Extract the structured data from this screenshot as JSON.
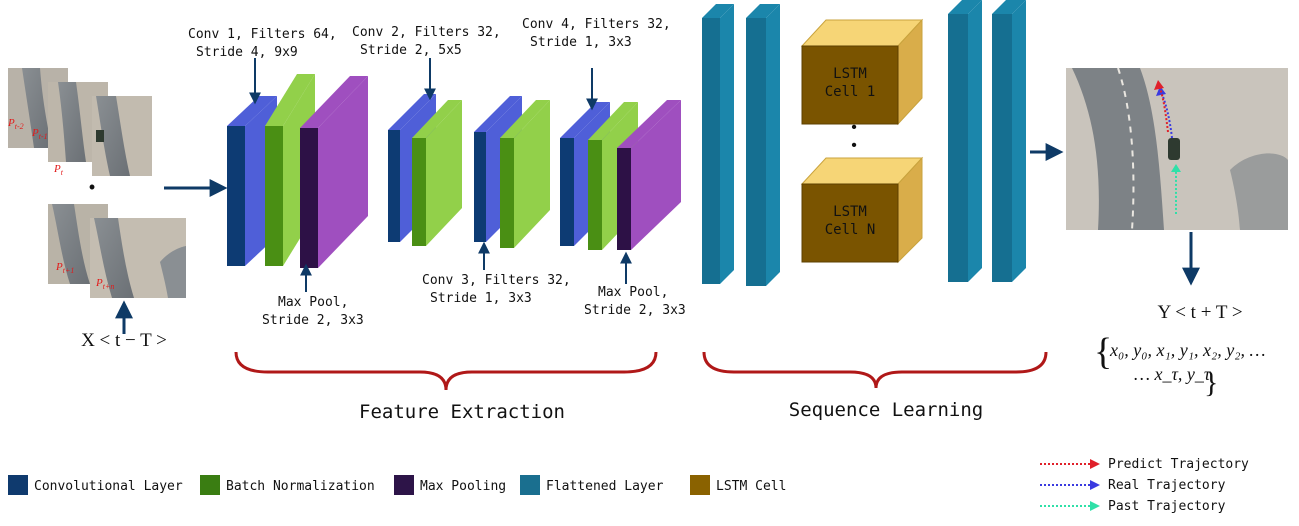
{
  "input": {
    "labels": [
      "P",
      "P",
      "P",
      "P",
      "P"
    ],
    "subs": [
      "t-2",
      "t-1",
      "t",
      "t+1",
      "t+n"
    ],
    "dot": "•",
    "caption": "X < t − T >"
  },
  "annotations": {
    "conv1": [
      "Conv 1, Filters 64,",
      "Stride 4, 9x9"
    ],
    "conv2": [
      "Conv 2, Filters 32,",
      "Stride 2, 5x5"
    ],
    "conv4": [
      "Conv 4, Filters 32,",
      "Stride 1, 3x3"
    ],
    "conv3": [
      "Conv 3, Filters 32,",
      "Stride 1, 3x3"
    ],
    "pool1": [
      "Max Pool,",
      "Stride 2, 3x3"
    ],
    "pool2": [
      "Max Pool,",
      "Stride 2, 3x3"
    ]
  },
  "lstm": {
    "cell1": [
      "LSTM",
      "Cell 1"
    ],
    "cellN": [
      "LSTM",
      "Cell N"
    ],
    "dots": [
      "•",
      "•"
    ]
  },
  "sections": {
    "feature": "Feature Extraction",
    "sequence": "Sequence Learning"
  },
  "output": {
    "caption": "Y < t + T >",
    "formula_line1": "x₀, y₀, x₁, y₁, x₂, y₂, …",
    "formula_line2": "… x_τ, y_τ",
    "brace_open": "{",
    "brace_close": "}"
  },
  "legend": {
    "items": [
      {
        "label": "Convolutional Layer",
        "color": "#0f3a6e"
      },
      {
        "label": "Batch Normalization",
        "color": "#3a7d12"
      },
      {
        "label": "Max Pooling",
        "color": "#2d1448"
      },
      {
        "label": "Flattened Layer",
        "color": "#1a6f8f"
      },
      {
        "label": "LSTM Cell",
        "color": "#8a6200"
      }
    ],
    "trajectories": [
      {
        "label": "Predict Trajectory",
        "color": "#e0202a"
      },
      {
        "label": "Real Trajectory",
        "color": "#3a3ae0"
      },
      {
        "label": "Past Trajectory",
        "color": "#2fe0a8"
      }
    ]
  },
  "colors": {
    "arrow": "#0e3a66",
    "brace": "#b01818",
    "conv_front": "#0d3b73",
    "conv_side": "#4f5fd8",
    "bn_front": "#4a8f14",
    "bn_side": "#92d04a",
    "pool_front": "#2d1146",
    "pool_side": "#9f4fbf",
    "flat_front": "#156f91",
    "flat_side": "#1b86ab",
    "lstm_front": "#7a5400",
    "lstm_top": "#f6d576",
    "lstm_side": "#d9ad4a"
  }
}
